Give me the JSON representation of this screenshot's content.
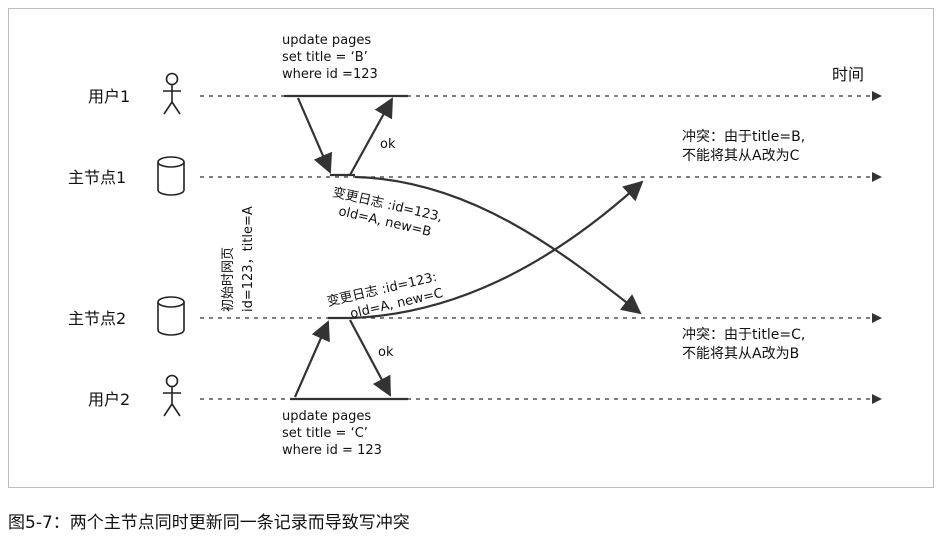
{
  "actors": {
    "user1": "用户1",
    "leader1": "主节点1",
    "leader2": "主节点2",
    "user2": "用户2"
  },
  "time_label": "时间",
  "user1_request": [
    "update pages",
    "set title = ‘B’",
    "where id =123"
  ],
  "user2_request": [
    "update pages",
    "set title = ‘C’",
    "where id = 123"
  ],
  "ok_label": "ok",
  "initial_state": [
    "初始时网页",
    "id=123，title=A"
  ],
  "log1": [
    "变更日志 :id=123,",
    "old=A, new=B"
  ],
  "log2": [
    "变更日志 :id=123:",
    "old=A, new=C"
  ],
  "conflict1": [
    "冲突：由于title=B,",
    "不能将其从A改为C"
  ],
  "conflict2": [
    "冲突：由于title=C,",
    "不能将其从A改为B"
  ],
  "caption": "图5-7：两个主节点同时更新同一条记录而导致写冲突"
}
